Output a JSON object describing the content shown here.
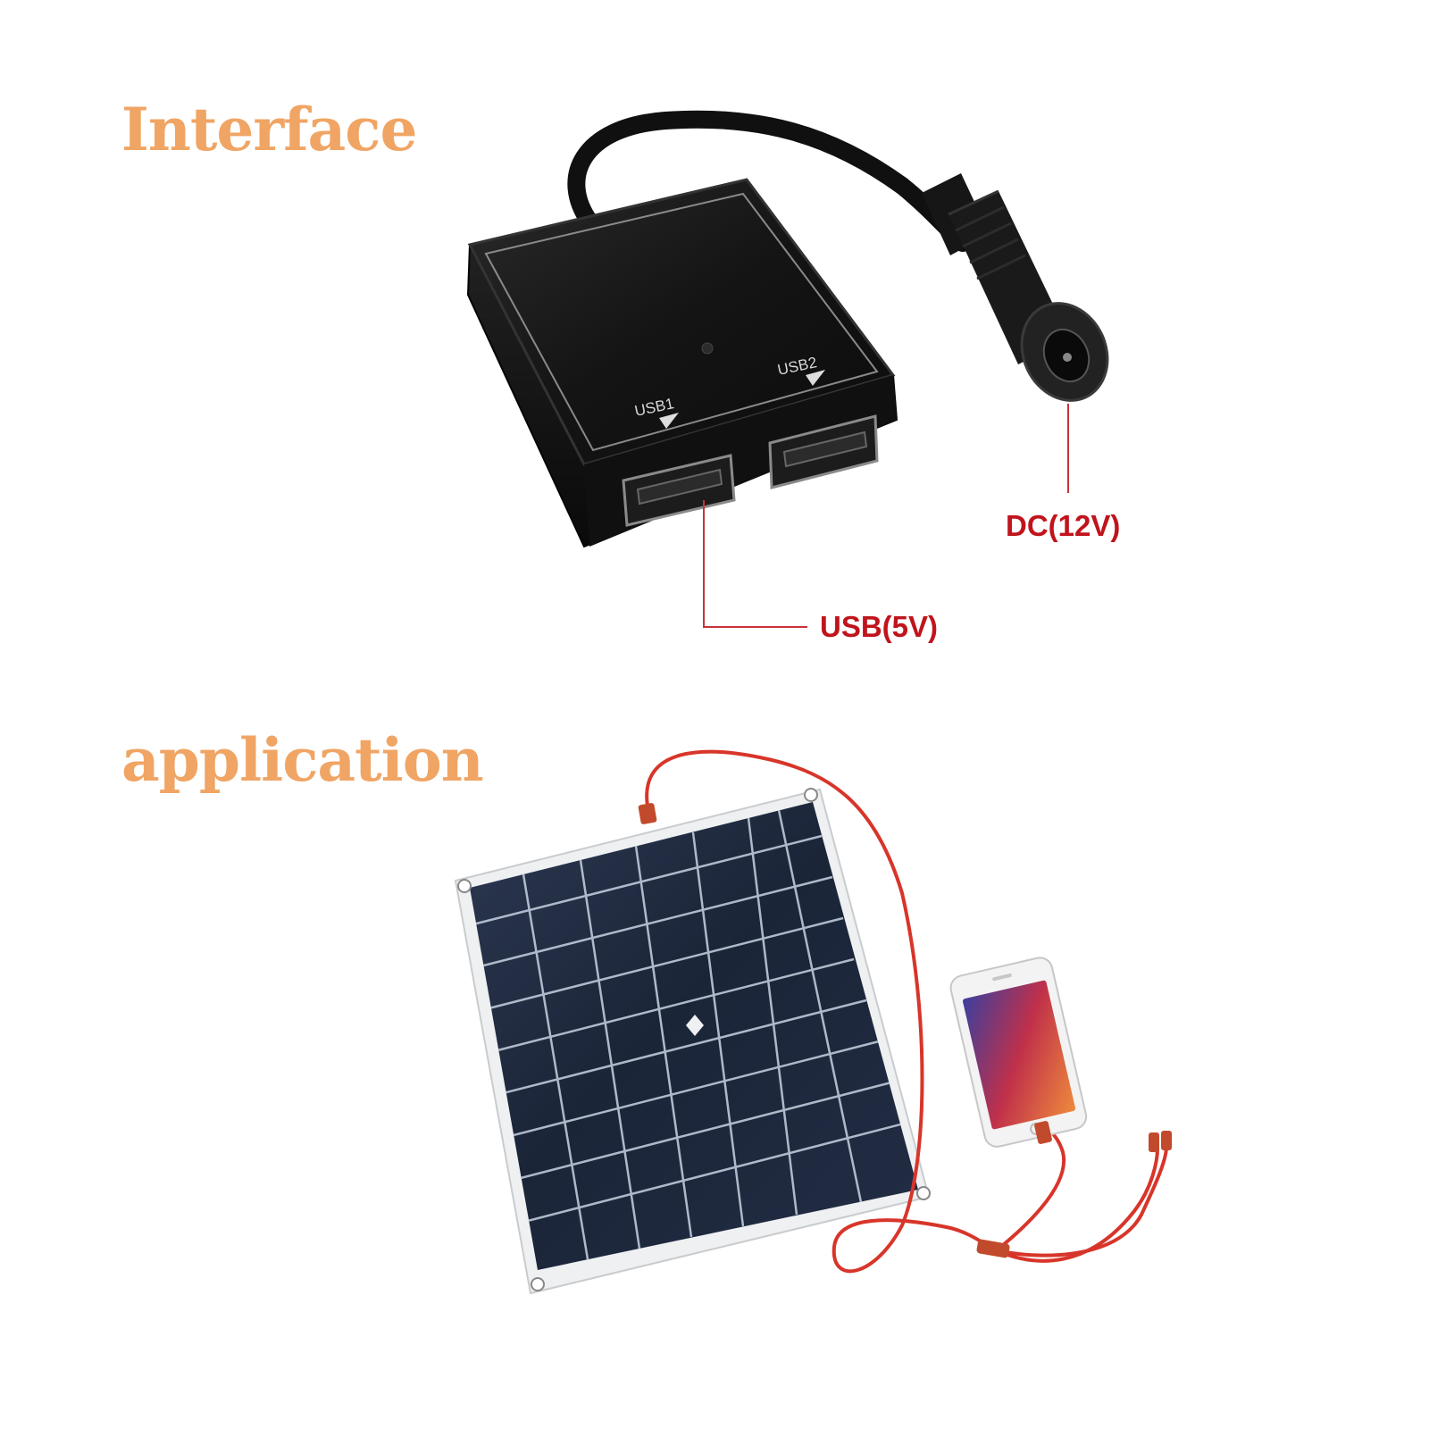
{
  "colors": {
    "heading": "#F0A564",
    "callout": "#C0141C",
    "leader_line": "#C8323A",
    "device_body": "#121212",
    "panel_cells": "#1E2940",
    "cable_red": "#D8352A"
  },
  "sections": {
    "interface": {
      "title": "Interface",
      "device": {
        "port_labels": [
          "USB1",
          "USB2"
        ],
        "callouts": {
          "dc": "DC(12V)",
          "usb": "USB(5V)"
        }
      }
    },
    "application": {
      "title": "application",
      "illustration": [
        "solar-panel",
        "usb-charging-cable",
        "smartphone"
      ]
    }
  }
}
